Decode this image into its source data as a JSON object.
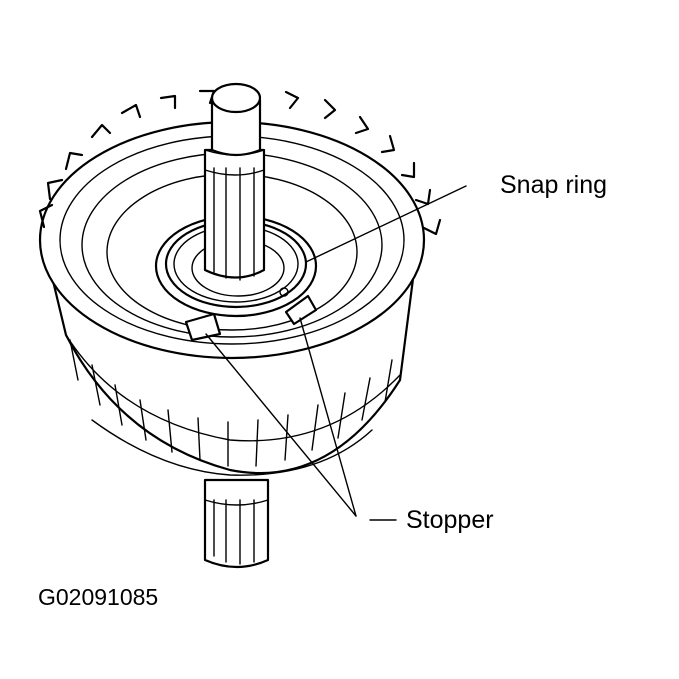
{
  "labels": {
    "snap_ring": "Snap ring",
    "stopper": "Stopper",
    "figure_code": "G02091085"
  },
  "colors": {
    "ink": "#000000",
    "background": "#ffffff"
  }
}
